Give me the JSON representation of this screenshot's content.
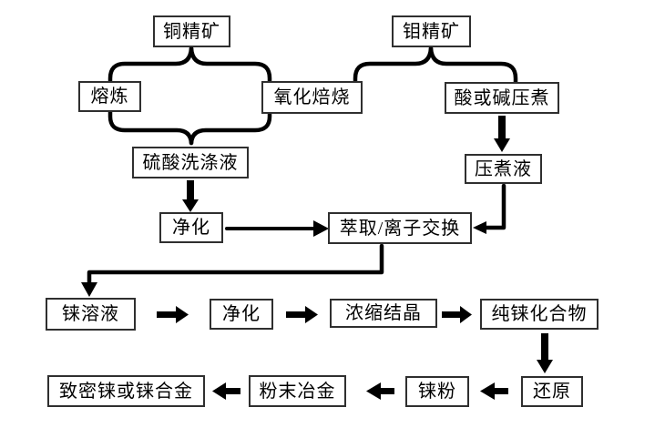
{
  "diagram": {
    "type": "flowchart",
    "background_color": "#ffffff",
    "connector_color": "#000000",
    "box_border_color": "#2f2f2f",
    "text_color": "#000000",
    "nodes": {
      "copper_concentrate": "铜精矿",
      "moly_concentrate": "钼精矿",
      "smelting": "熔炼",
      "oxidation_roasting": "氧化焙烧",
      "acid_alkali_pressure_cooking": "酸或碱压煮",
      "sulfuric_acid_wash_liquid": "硫酸洗涤液",
      "pressure_cooking_liquid": "压煮液",
      "purification_1": "净化",
      "extraction_ion_exchange": "萃取/离子交换",
      "rhenium_solution": "铼溶液",
      "purification_2": "净化",
      "concentration_crystallization": "浓缩结晶",
      "pure_rhenium_compound": "纯铼化合物",
      "reduction": "还原",
      "rhenium_powder": "铼粉",
      "powder_metallurgy": "粉末冶金",
      "dense_rhenium_or_alloy": "致密铼或铼合金"
    },
    "edges": [
      {
        "from": "铜精矿",
        "to": "熔炼"
      },
      {
        "from": "铜精矿",
        "to": "氧化焙烧"
      },
      {
        "from": "钼精矿",
        "to": "氧化焙烧"
      },
      {
        "from": "钼精矿",
        "to": "酸或碱压煮"
      },
      {
        "from": "熔炼",
        "to": "硫酸洗涤液"
      },
      {
        "from": "氧化焙烧",
        "to": "硫酸洗涤液"
      },
      {
        "from": "酸或碱压煮",
        "to": "压煮液"
      },
      {
        "from": "硫酸洗涤液",
        "to": "净化"
      },
      {
        "from": "净化",
        "to": "萃取/离子交换"
      },
      {
        "from": "压煮液",
        "to": "萃取/离子交换"
      },
      {
        "from": "萃取/离子交换",
        "to": "铼溶液"
      },
      {
        "from": "铼溶液",
        "to": "净化"
      },
      {
        "from": "净化",
        "to": "浓缩结晶"
      },
      {
        "from": "浓缩结晶",
        "to": "纯铼化合物"
      },
      {
        "from": "纯铼化合物",
        "to": "还原"
      },
      {
        "from": "还原",
        "to": "铼粉"
      },
      {
        "from": "铼粉",
        "to": "粉末冶金"
      },
      {
        "from": "粉末冶金",
        "to": "致密铼或铼合金"
      }
    ]
  }
}
